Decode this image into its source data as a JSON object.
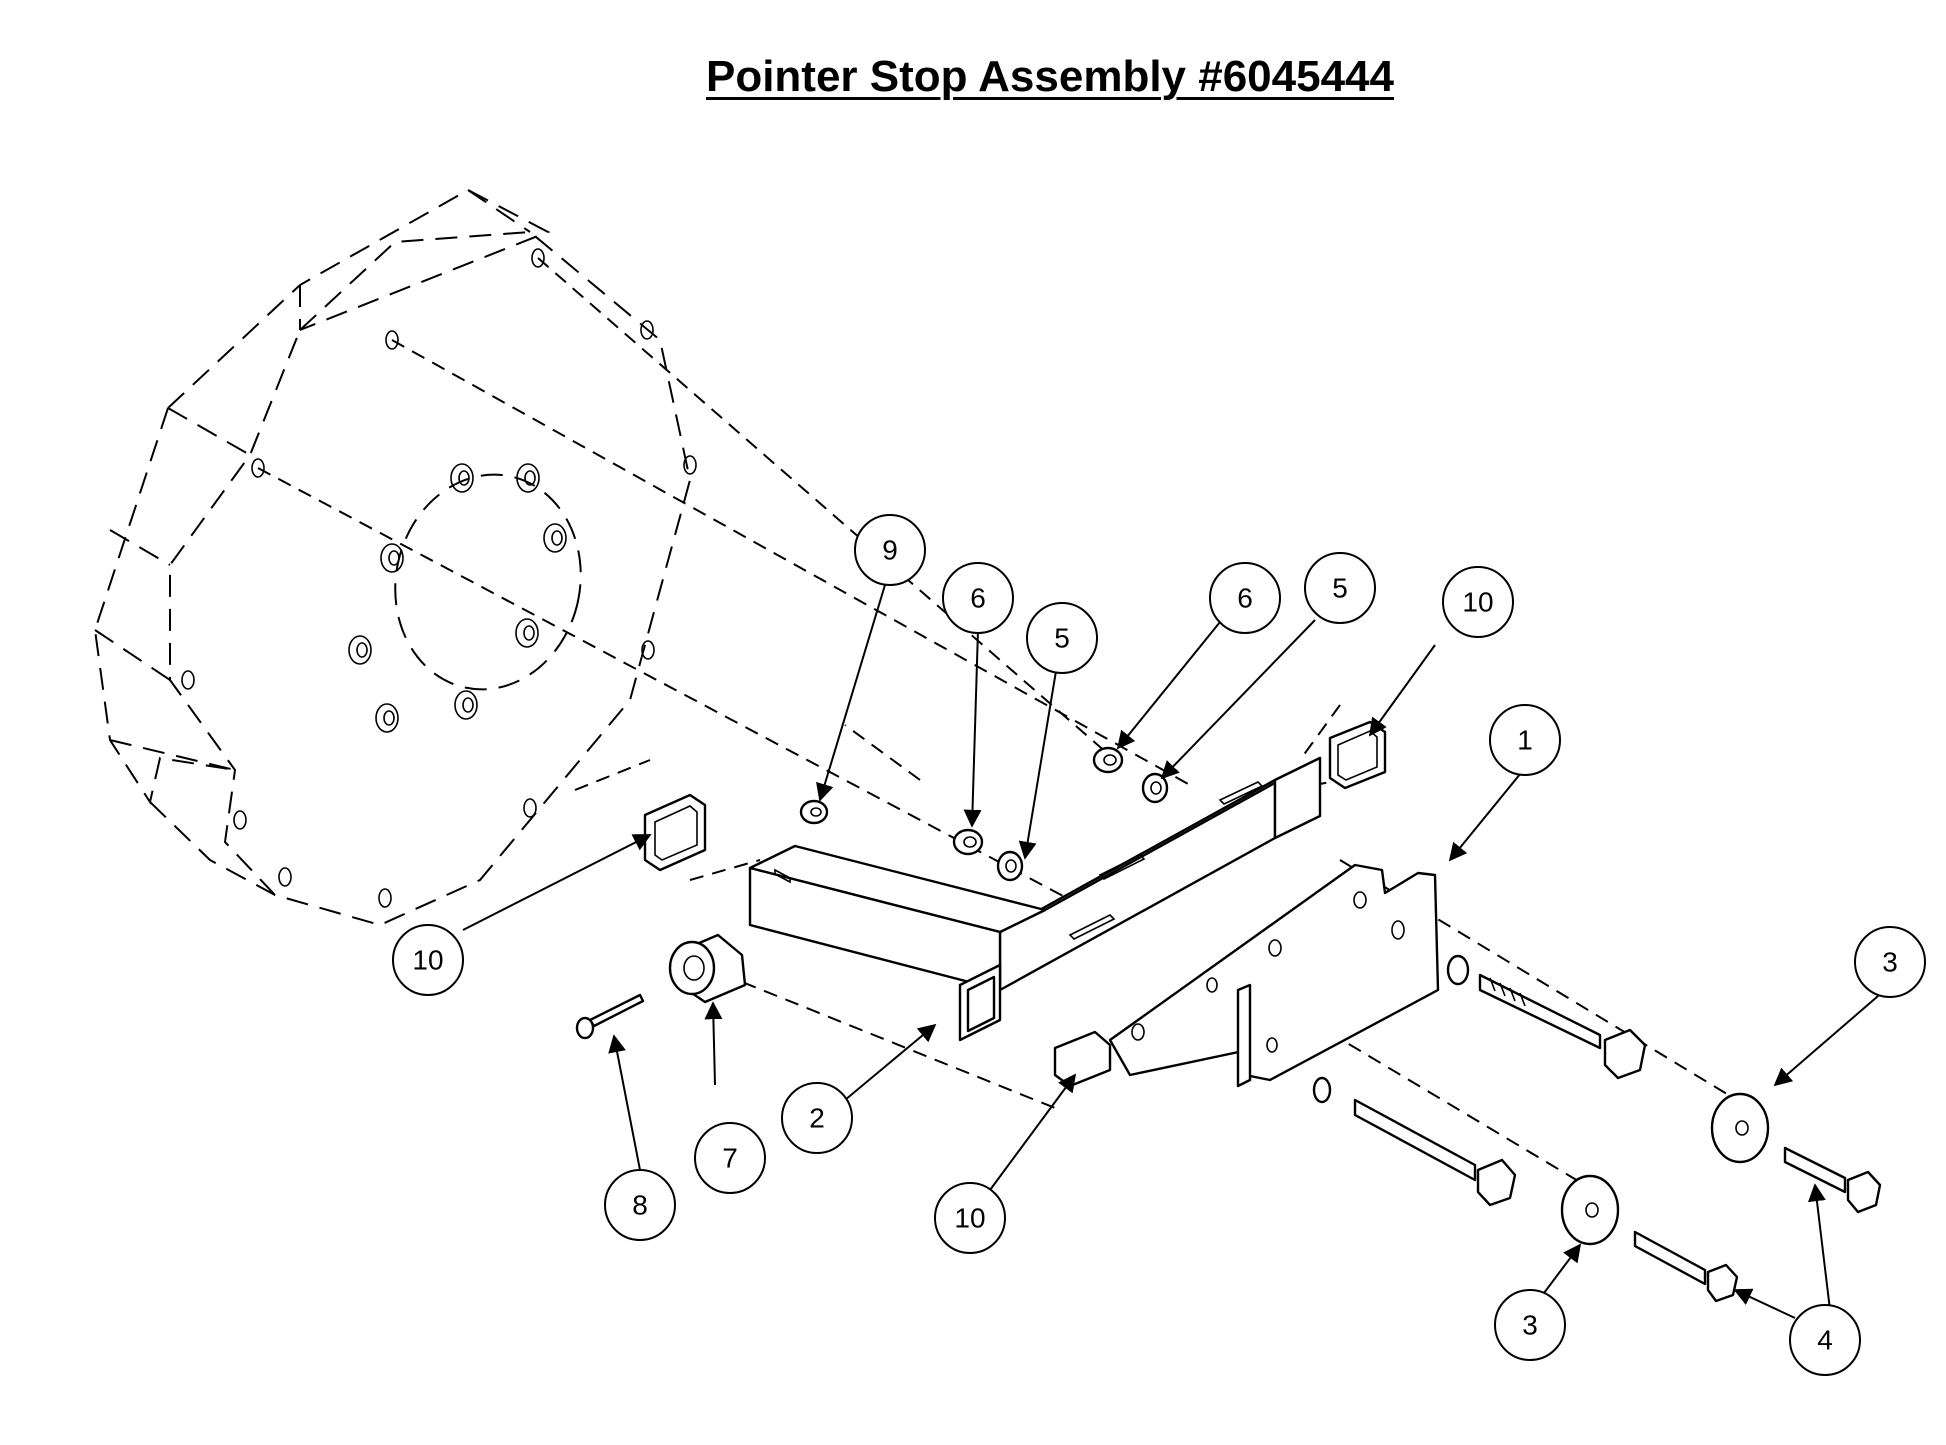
{
  "title": "Pointer Stop Assembly #6045444",
  "callouts": [
    {
      "label": "1"
    },
    {
      "label": "2"
    },
    {
      "label": "3"
    },
    {
      "label": "3"
    },
    {
      "label": "4"
    },
    {
      "label": "5"
    },
    {
      "label": "5"
    },
    {
      "label": "6"
    },
    {
      "label": "6"
    },
    {
      "label": "7"
    },
    {
      "label": "8"
    },
    {
      "label": "9"
    },
    {
      "label": "10"
    },
    {
      "label": "10"
    },
    {
      "label": "10"
    }
  ]
}
